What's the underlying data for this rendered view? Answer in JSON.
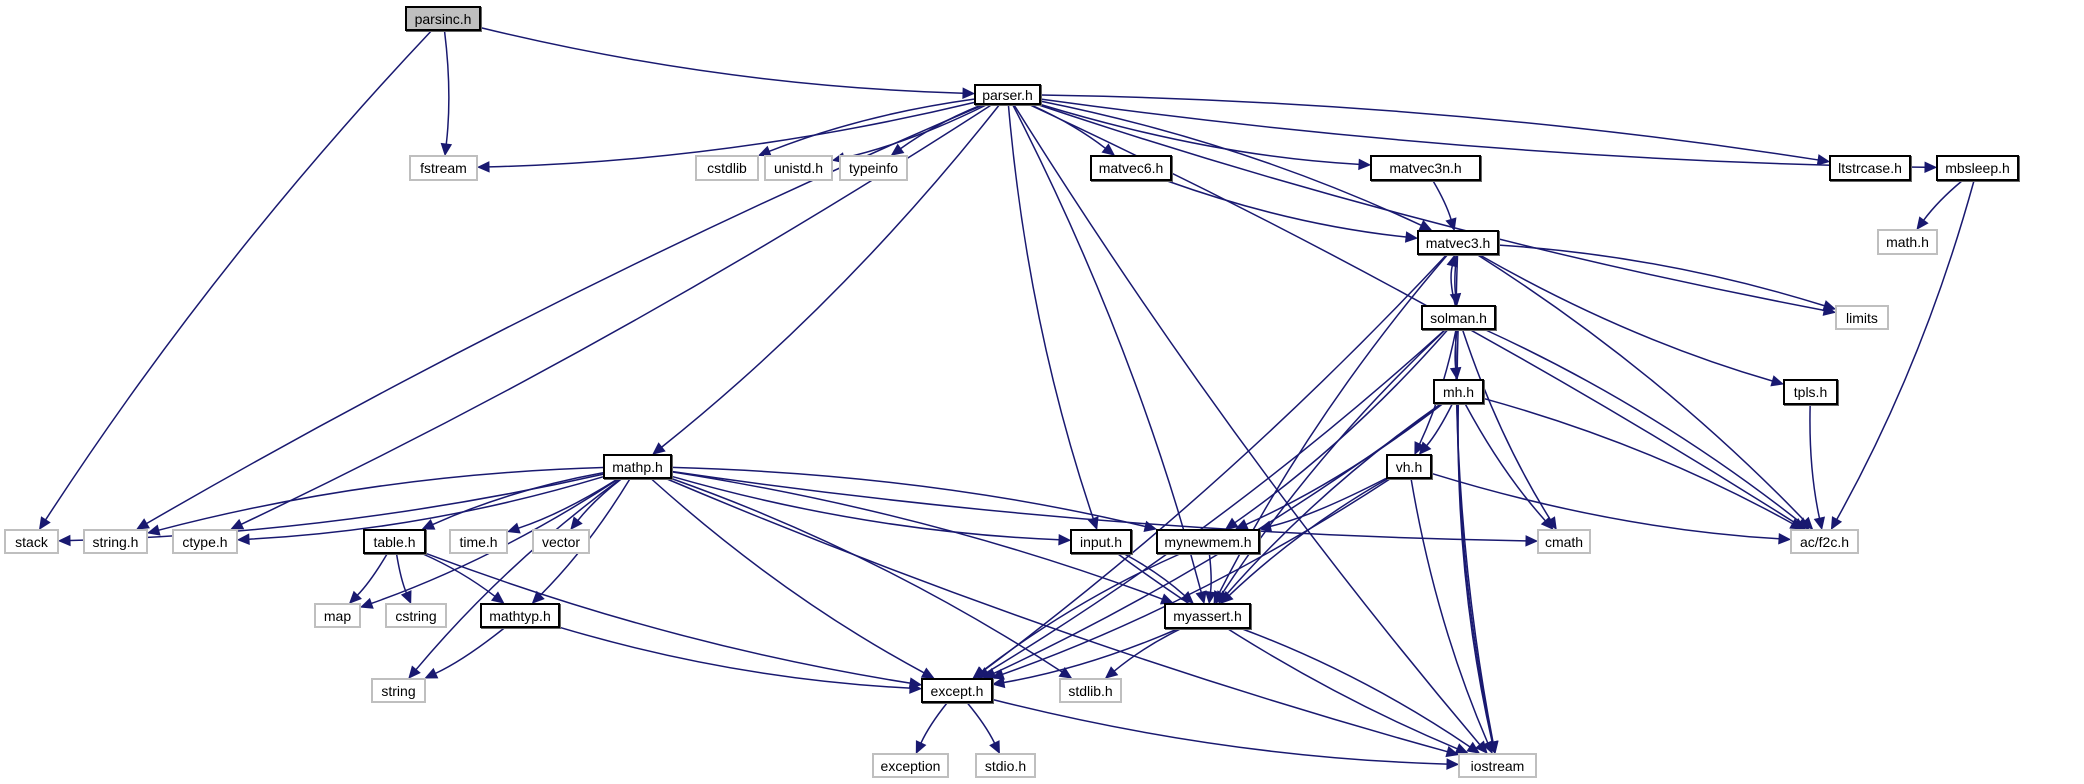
{
  "title": "parsinc.h include dependency graph",
  "colors": {
    "edge": "#191970",
    "root_fill": "#bfbfbf",
    "documented_border": "#000000",
    "undocumented_border": "#bfbfbf"
  },
  "nodes": [
    {
      "id": "parsinc",
      "label": "parsinc.h",
      "kind": "root"
    },
    {
      "id": "parser",
      "label": "parser.h",
      "kind": "doc"
    },
    {
      "id": "fstream",
      "label": "fstream",
      "kind": "undoc"
    },
    {
      "id": "cstdlib",
      "label": "cstdlib",
      "kind": "undoc"
    },
    {
      "id": "unistd",
      "label": "unistd.h",
      "kind": "undoc"
    },
    {
      "id": "typeinfo",
      "label": "typeinfo",
      "kind": "undoc"
    },
    {
      "id": "matvec6",
      "label": "matvec6.h",
      "kind": "doc"
    },
    {
      "id": "matvec3n",
      "label": "matvec3n.h",
      "kind": "doc"
    },
    {
      "id": "ltstrcase",
      "label": "ltstrcase.h",
      "kind": "doc"
    },
    {
      "id": "mbsleep",
      "label": "mbsleep.h",
      "kind": "doc"
    },
    {
      "id": "math",
      "label": "math.h",
      "kind": "undoc"
    },
    {
      "id": "matvec3",
      "label": "matvec3.h",
      "kind": "doc"
    },
    {
      "id": "limits",
      "label": "limits",
      "kind": "undoc"
    },
    {
      "id": "solman",
      "label": "solman.h",
      "kind": "doc"
    },
    {
      "id": "mh",
      "label": "mh.h",
      "kind": "doc"
    },
    {
      "id": "tpls",
      "label": "tpls.h",
      "kind": "doc"
    },
    {
      "id": "mathp",
      "label": "mathp.h",
      "kind": "doc"
    },
    {
      "id": "vh",
      "label": "vh.h",
      "kind": "doc"
    },
    {
      "id": "stack",
      "label": "stack",
      "kind": "undoc"
    },
    {
      "id": "stringh",
      "label": "string.h",
      "kind": "undoc"
    },
    {
      "id": "ctype",
      "label": "ctype.h",
      "kind": "undoc"
    },
    {
      "id": "table",
      "label": "table.h",
      "kind": "doc"
    },
    {
      "id": "time",
      "label": "time.h",
      "kind": "undoc"
    },
    {
      "id": "vector",
      "label": "vector",
      "kind": "undoc"
    },
    {
      "id": "input",
      "label": "input.h",
      "kind": "doc"
    },
    {
      "id": "mynewmem",
      "label": "mynewmem.h",
      "kind": "doc"
    },
    {
      "id": "cmath",
      "label": "cmath",
      "kind": "undoc"
    },
    {
      "id": "acf2c",
      "label": "ac/f2c.h",
      "kind": "undoc"
    },
    {
      "id": "map",
      "label": "map",
      "kind": "undoc"
    },
    {
      "id": "cstring",
      "label": "cstring",
      "kind": "undoc"
    },
    {
      "id": "mathtyp",
      "label": "mathtyp.h",
      "kind": "doc"
    },
    {
      "id": "myassert",
      "label": "myassert.h",
      "kind": "doc"
    },
    {
      "id": "string",
      "label": "string",
      "kind": "undoc"
    },
    {
      "id": "except",
      "label": "except.h",
      "kind": "doc"
    },
    {
      "id": "stdlib",
      "label": "stdlib.h",
      "kind": "undoc"
    },
    {
      "id": "exception",
      "label": "exception",
      "kind": "undoc"
    },
    {
      "id": "stdio",
      "label": "stdio.h",
      "kind": "undoc"
    },
    {
      "id": "iostream",
      "label": "iostream",
      "kind": "undoc"
    }
  ],
  "edges": [
    [
      "parsinc",
      "parser"
    ],
    [
      "parsinc",
      "fstream"
    ],
    [
      "parsinc",
      "stack"
    ],
    [
      "parser",
      "fstream"
    ],
    [
      "parser",
      "cstdlib"
    ],
    [
      "parser",
      "unistd"
    ],
    [
      "parser",
      "typeinfo"
    ],
    [
      "parser",
      "matvec6"
    ],
    [
      "parser",
      "matvec3n"
    ],
    [
      "parser",
      "ltstrcase"
    ],
    [
      "parser",
      "mbsleep"
    ],
    [
      "parser",
      "matvec3"
    ],
    [
      "parser",
      "limits"
    ],
    [
      "parser",
      "acf2c"
    ],
    [
      "parser",
      "iostream"
    ],
    [
      "parser",
      "mathp"
    ],
    [
      "parser",
      "input"
    ],
    [
      "parser",
      "myassert"
    ],
    [
      "parser",
      "stringh"
    ],
    [
      "parser",
      "ctype"
    ],
    [
      "matvec6",
      "matvec3"
    ],
    [
      "matvec3n",
      "matvec3"
    ],
    [
      "mbsleep",
      "math"
    ],
    [
      "mbsleep",
      "acf2c"
    ],
    [
      "matvec3",
      "solman"
    ],
    [
      "matvec3",
      "limits"
    ],
    [
      "matvec3",
      "tpls"
    ],
    [
      "matvec3",
      "acf2c"
    ],
    [
      "matvec3",
      "iostream"
    ],
    [
      "matvec3",
      "except"
    ],
    [
      "matvec3",
      "myassert"
    ],
    [
      "solman",
      "matvec3"
    ],
    [
      "solman",
      "mh"
    ],
    [
      "solman",
      "vh"
    ],
    [
      "solman",
      "cmath"
    ],
    [
      "solman",
      "acf2c"
    ],
    [
      "solman",
      "iostream"
    ],
    [
      "solman",
      "mynewmem"
    ],
    [
      "solman",
      "myassert"
    ],
    [
      "solman",
      "except"
    ],
    [
      "tpls",
      "acf2c"
    ],
    [
      "mh",
      "vh"
    ],
    [
      "mh",
      "cmath"
    ],
    [
      "mh",
      "acf2c"
    ],
    [
      "mh",
      "iostream"
    ],
    [
      "mh",
      "mynewmem"
    ],
    [
      "mh",
      "myassert"
    ],
    [
      "mh",
      "except"
    ],
    [
      "vh",
      "acf2c"
    ],
    [
      "vh",
      "mynewmem"
    ],
    [
      "vh",
      "myassert"
    ],
    [
      "vh",
      "except"
    ],
    [
      "vh",
      "iostream"
    ],
    [
      "mathp",
      "stack"
    ],
    [
      "mathp",
      "stringh"
    ],
    [
      "mathp",
      "ctype"
    ],
    [
      "mathp",
      "table"
    ],
    [
      "mathp",
      "time"
    ],
    [
      "mathp",
      "vector"
    ],
    [
      "mathp",
      "map"
    ],
    [
      "mathp",
      "string"
    ],
    [
      "mathp",
      "mathtyp"
    ],
    [
      "mathp",
      "except"
    ],
    [
      "mathp",
      "stdlib"
    ],
    [
      "mathp",
      "iostream"
    ],
    [
      "mathp",
      "myassert"
    ],
    [
      "mathp",
      "input"
    ],
    [
      "mathp",
      "mynewmem"
    ],
    [
      "mathp",
      "cmath"
    ],
    [
      "table",
      "map"
    ],
    [
      "table",
      "cstring"
    ],
    [
      "table",
      "mathtyp"
    ],
    [
      "table",
      "except"
    ],
    [
      "mathtyp",
      "string"
    ],
    [
      "mathtyp",
      "except"
    ],
    [
      "input",
      "myassert"
    ],
    [
      "input",
      "iostream"
    ],
    [
      "mynewmem",
      "myassert"
    ],
    [
      "mynewmem",
      "except"
    ],
    [
      "myassert",
      "except"
    ],
    [
      "myassert",
      "stdlib"
    ],
    [
      "myassert",
      "iostream"
    ],
    [
      "except",
      "exception"
    ],
    [
      "except",
      "stdio"
    ],
    [
      "except",
      "iostream"
    ]
  ]
}
